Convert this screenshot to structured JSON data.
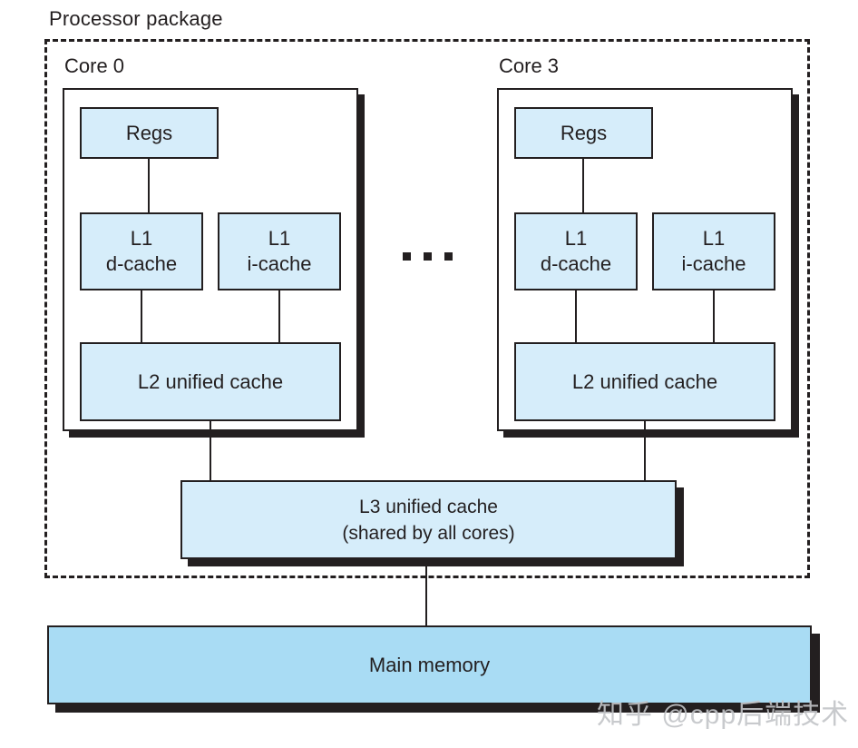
{
  "title": "Processor package",
  "cores": [
    {
      "label": "Core 0",
      "regs_label": "Regs",
      "l1d": {
        "line1": "L1",
        "line2": "d-cache"
      },
      "l1i": {
        "line1": "L1",
        "line2": "i-cache"
      },
      "l2_label": "L2 unified cache"
    },
    {
      "label": "Core 3",
      "regs_label": "Regs",
      "l1d": {
        "line1": "L1",
        "line2": "d-cache"
      },
      "l1i": {
        "line1": "L1",
        "line2": "i-cache"
      },
      "l2_label": "L2 unified cache"
    }
  ],
  "ellipsis_icon": "three-square-dots",
  "l3": {
    "line1": "L3 unified cache",
    "line2": "(shared by all cores)"
  },
  "main_memory_label": "Main memory",
  "watermark": "知乎 @cpp后端技术",
  "colors": {
    "ink": "#231f20",
    "box_fill": "#d6edfa",
    "memory_fill": "#a9dcf4",
    "watermark_color": "#c3c5c8"
  }
}
